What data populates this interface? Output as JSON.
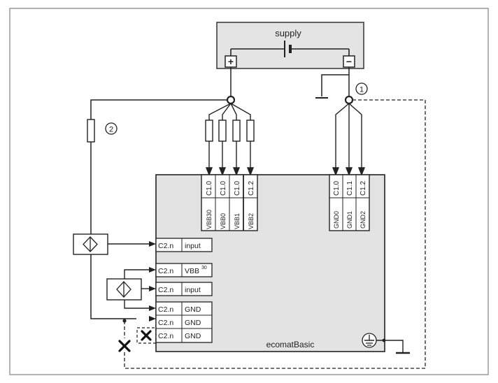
{
  "supply": {
    "label": "supply",
    "plus": "+",
    "minus": "−"
  },
  "markers": {
    "one": "1",
    "two": "2"
  },
  "device": {
    "label": "ecomatBasic"
  },
  "vbb_pins": [
    {
      "top": "C1.0",
      "bottom": "VBB30"
    },
    {
      "top": "C1.0",
      "bottom": "VBB0"
    },
    {
      "top": "C1.0",
      "bottom": "VBB1"
    },
    {
      "top": "C1.2",
      "bottom": "VBB2"
    }
  ],
  "gnd_pins": [
    {
      "top": "C1.0",
      "bottom": "GND0"
    },
    {
      "top": "C1.1",
      "bottom": "GND1"
    },
    {
      "top": "C1.2",
      "bottom": "GND2"
    }
  ],
  "c2_rows": [
    {
      "left": "C2.n",
      "right": "input"
    },
    {
      "left": "C2.n",
      "right": "VBB",
      "sup": "30"
    },
    {
      "left": "C2.n",
      "right": "input"
    },
    {
      "left": "C2.n",
      "right": "GND"
    },
    {
      "left": "C2.n",
      "right": "GND"
    },
    {
      "left": "C2.n",
      "right": "GND"
    }
  ]
}
